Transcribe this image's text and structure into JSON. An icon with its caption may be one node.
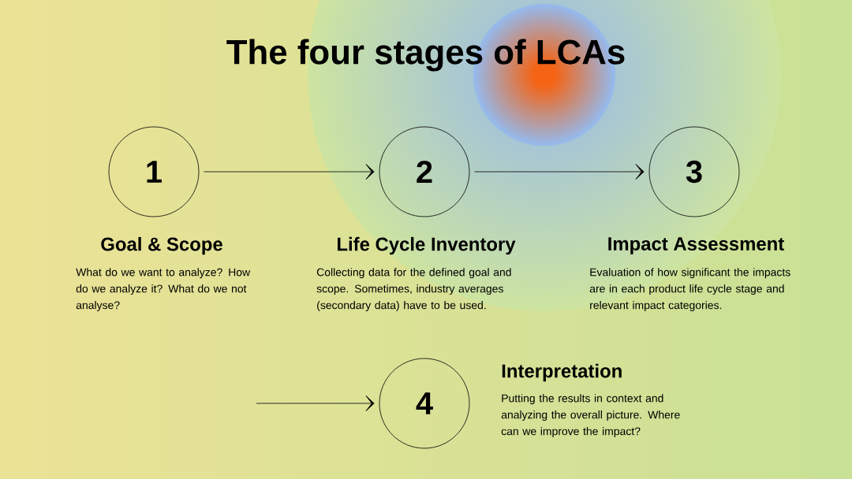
{
  "diagram": {
    "title": "The four stages of LCAs",
    "nodes": [
      {
        "text": [
          "1"
        ],
        "beside": [
          "Goal & Scope",
          "What do we want to analyze? How do we analyze it? What do we not analyse?"
        ]
      },
      {
        "text": [
          "2"
        ],
        "beside": [
          "Life Cycle Inventory",
          "Collecting data for the defined goal and scope. Sometimes, industry averages (secondary data) have to be used."
        ]
      },
      {
        "text": [
          "3"
        ],
        "beside": [
          "Impact Assessment",
          "Evaluation of how significant the impacts are in each product life cycle stage and relevant impact categories."
        ]
      },
      {
        "text": [
          "4"
        ],
        "beside": [
          "Interpretation",
          "Putting the results in context and analyzing the overall picture. Where can we improve the impact?"
        ]
      }
    ],
    "edges": [
      {
        "from": 0,
        "to": 1,
        "arrow": "to"
      },
      {
        "from": 1,
        "to": 2,
        "arrow": "to"
      },
      {
        "from": null,
        "to": 3,
        "arrow": "to"
      }
    ]
  }
}
